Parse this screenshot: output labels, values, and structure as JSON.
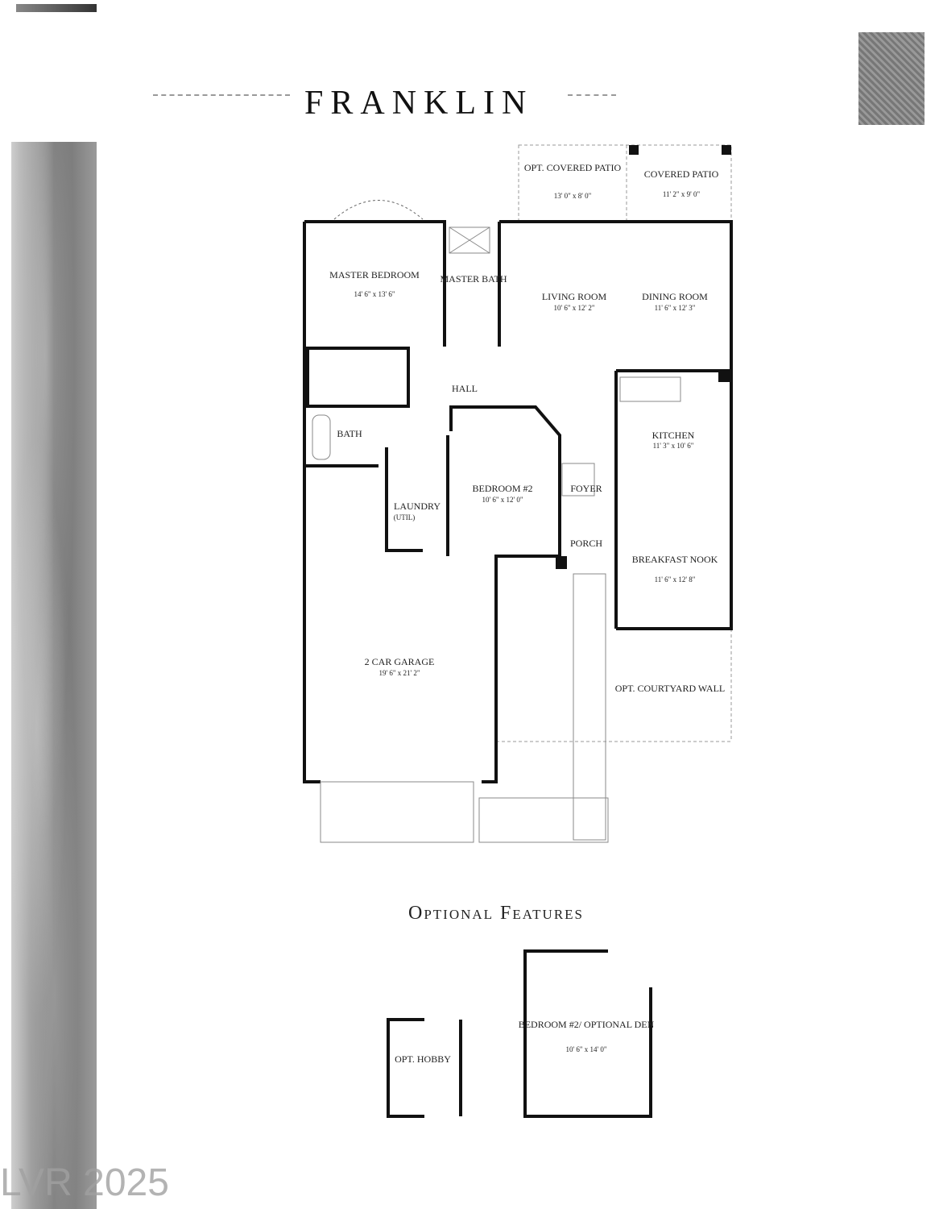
{
  "title": "Franklin",
  "optional_title": "Optional Features",
  "watermark": "LVR 2025",
  "rooms": {
    "opt_covered_patio": {
      "name": "OPT. COVERED PATIO",
      "dims": "13' 0\" x 8' 0\""
    },
    "covered_patio": {
      "name": "COVERED PATIO",
      "dims": "11' 2\" x 9' 0\""
    },
    "master_bedroom": {
      "name": "MASTER BEDROOM",
      "dims": "14' 6\" x 13' 6\""
    },
    "master_bath": {
      "name": "MASTER BATH"
    },
    "living_room": {
      "name": "LIVING ROOM",
      "dims": "10' 6\" x 12' 2\""
    },
    "dining_room": {
      "name": "DINING ROOM",
      "dims": "11' 6\" x 12' 3\""
    },
    "hall": {
      "name": "HALL"
    },
    "bath2": {
      "name": "BATH"
    },
    "kitchen": {
      "name": "KITCHEN",
      "dims": "11' 3\" x 10' 6\""
    },
    "bedroom2": {
      "name": "BEDROOM #2",
      "dims": "10' 6\" x 12' 0\""
    },
    "laundry": {
      "name": "LAUNDRY",
      "sub": "(UTIL)"
    },
    "foyer": {
      "name": "FOYER"
    },
    "porch": {
      "name": "PORCH"
    },
    "breakfast_nook": {
      "name": "BREAKFAST NOOK",
      "dims": "11' 6\" x 12' 8\""
    },
    "garage": {
      "name": "2 CAR GARAGE",
      "dims": "19' 6\" x 21' 2\""
    },
    "courtyard": {
      "name": "OPT. COURTYARD WALL"
    },
    "opt_hobby": {
      "name": "OPT. HOBBY"
    },
    "opt_den": {
      "name": "BEDROOM #2/ OPTIONAL DEN",
      "dims": "10' 6\" x 14' 0\""
    }
  }
}
